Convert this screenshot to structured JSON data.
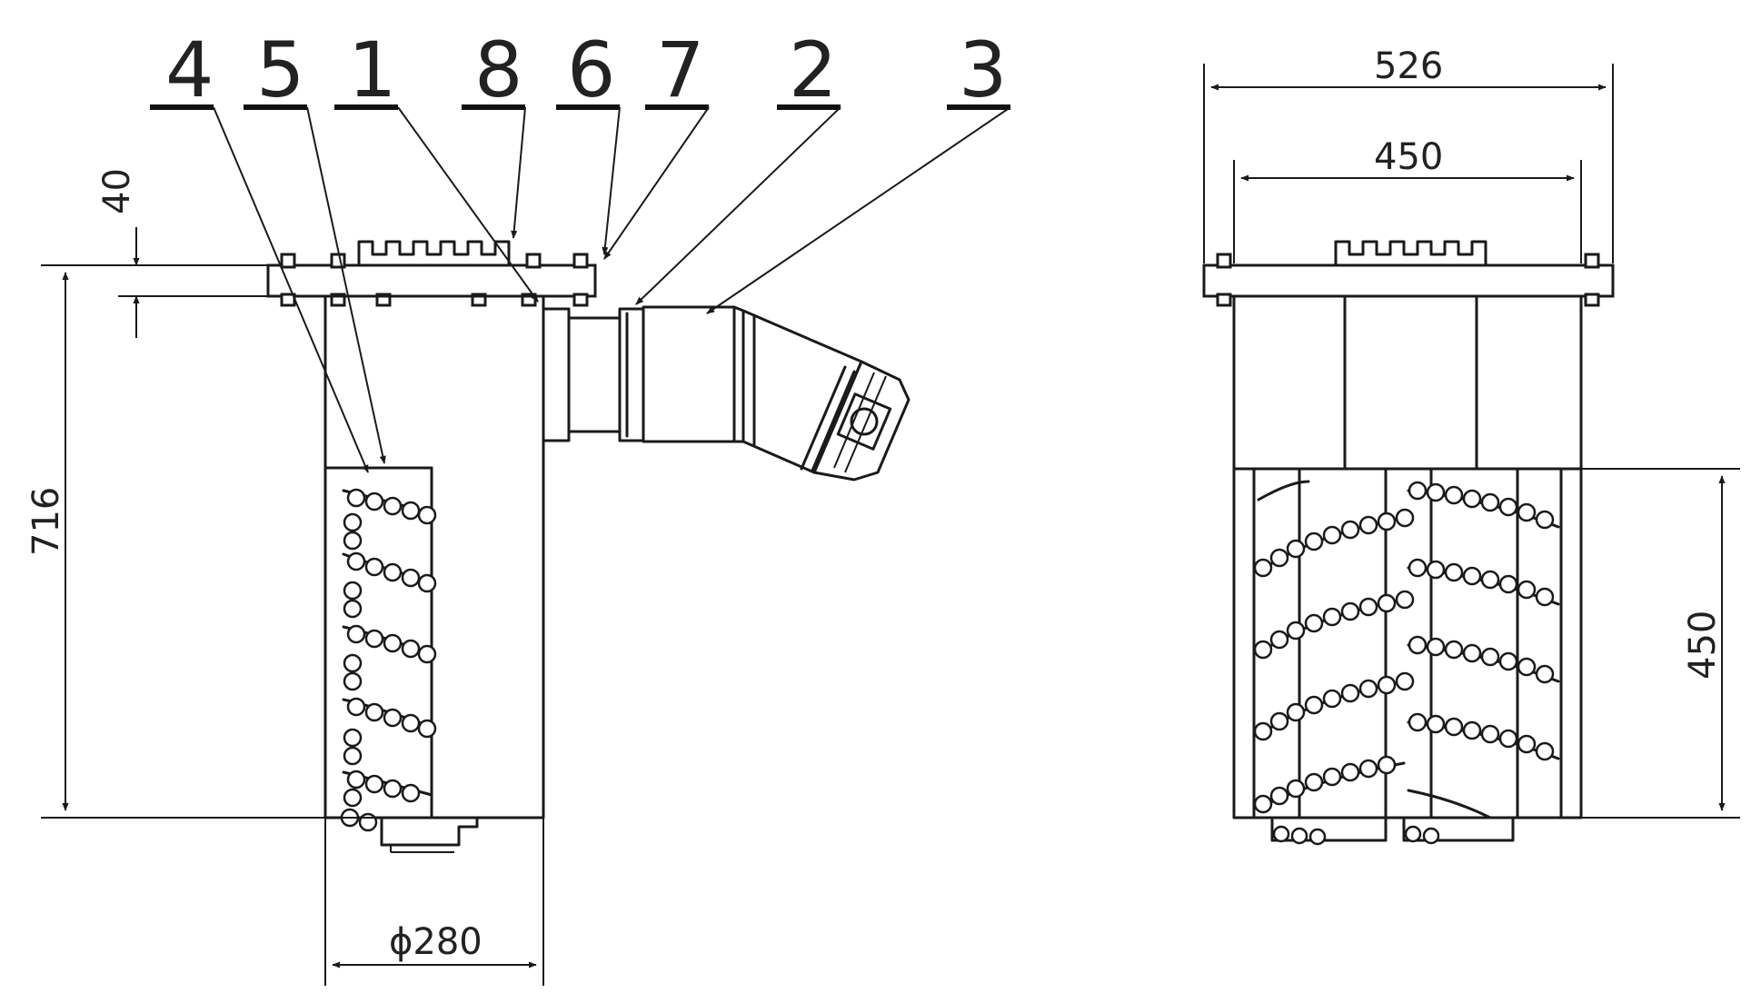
{
  "callouts": [
    "4",
    "5",
    "1",
    "8",
    "6",
    "7",
    "2",
    "3"
  ],
  "dimensions": {
    "flange_thickness": "40",
    "total_height": "716",
    "diameter": "ϕ280",
    "overall_width": "526",
    "inner_width": "450",
    "drum_height": "450"
  },
  "colors": {
    "line": "#1a1a1a",
    "background": "#ffffff"
  }
}
